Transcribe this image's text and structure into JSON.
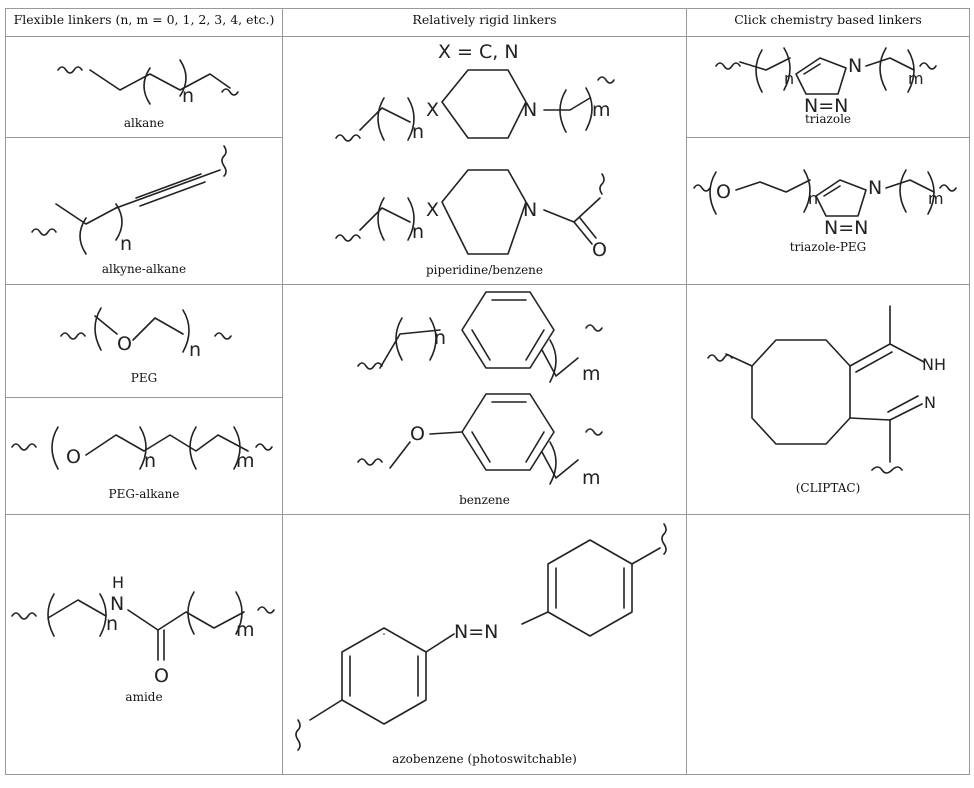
{
  "headers": {
    "flexible": "Flexible linkers (n, m = 0, 1, 2, 3, 4, etc.)",
    "rigid": "Relatively rigid linkers",
    "click": "Click chemistry based linkers"
  },
  "rigid_note": "X = C, N",
  "captions": {
    "alkane": "alkane",
    "alkyne_alkane": "alkyne-alkane",
    "peg": "PEG",
    "peg_alkane": "PEG-alkane",
    "amide": "amide",
    "piperidine_benzene": "piperidine/benzene",
    "benzene": "benzene",
    "azobenzene": "azobenzene (photoswitchable)",
    "triazole": "triazole",
    "triazole_peg": "triazole-PEG",
    "cliptac": "(CLIPTAC)"
  },
  "atoms": {
    "n": "n",
    "m": "m",
    "x": "X",
    "nitrogen": "N",
    "oxygen": "O",
    "nh": "NH",
    "h": "H",
    "azo": "N=N",
    "triazole_bottom": "N=N"
  }
}
